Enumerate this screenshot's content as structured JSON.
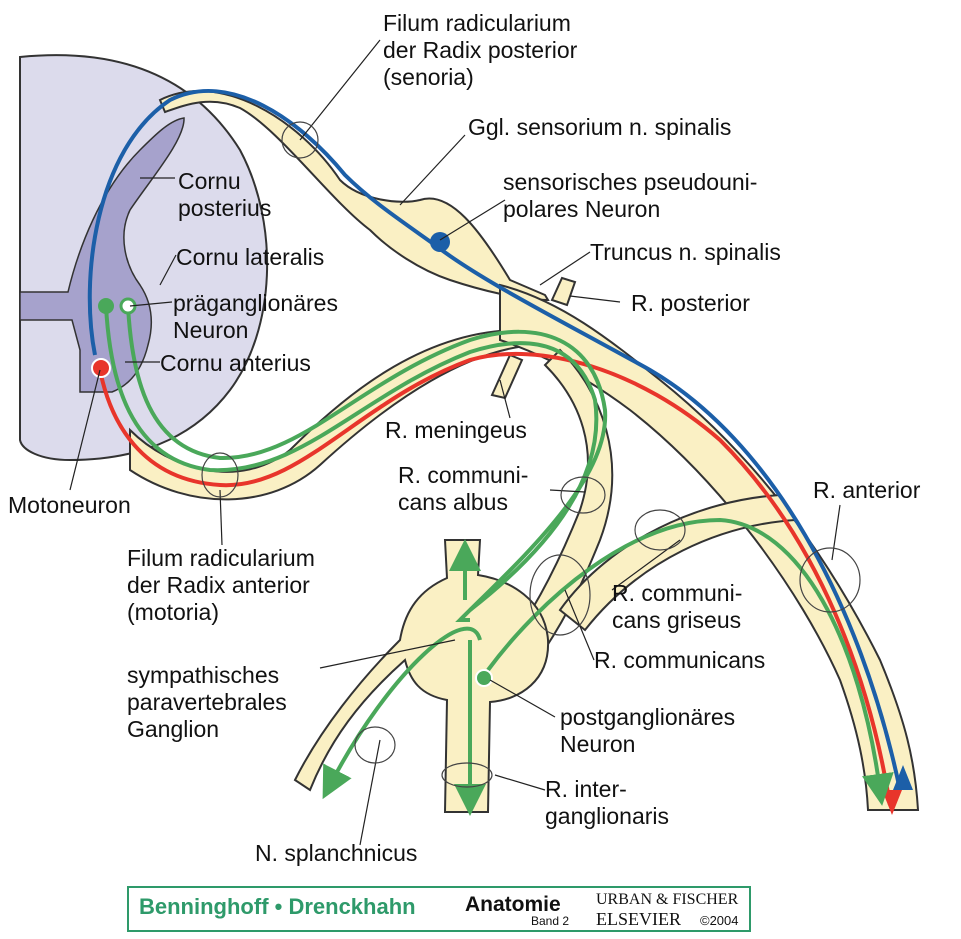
{
  "labels": {
    "filum_posterior": "Filum radicularium\nder Radix posterior\n(senoria)",
    "ggl_sensorium": "Ggl. sensorium n. spinalis",
    "cornu_posterius": "Cornu\nposterius",
    "sensorisches_neuron": "sensorisches pseudouni-\npolares Neuron",
    "cornu_lateralis": "Cornu lateralis",
    "truncus": "Truncus n. spinalis",
    "praeganglionaeres": "präganglionäres\nNeuron",
    "r_posterior": "R. posterior",
    "cornu_anterius": "Cornu anterius",
    "r_meningeus": "R. meningeus",
    "r_comm_albus": "R. communi-\ncans albus",
    "r_anterior": "R. anterior",
    "motoneuron": "Motoneuron",
    "filum_anterior": "Filum radicularium\nder Radix anterior\n(motoria)",
    "r_comm_griseus": "R. communi-\ncans griseus",
    "r_communicans": "R. communicans",
    "sympathisches_ganglion": "sympathisches\nparavertebrales\nGanglion",
    "postganglionaeres": "postganglionäres\nNeuron",
    "r_interganglionaris": "R. inter-\nganglionaris",
    "n_splanchnicus": "N. splanchnicus"
  },
  "footer": {
    "authors": "Benninghoff • Drenckhahn",
    "book": "Anatomie",
    "band": "Band 2",
    "publisher_line1": "URBAN & FISCHER",
    "publisher_line2": "ELSEVIER",
    "year": "©2004"
  },
  "colors": {
    "nerve_fill": "#faf0c4",
    "spinal_cord_fill": "#dcdbec",
    "grey_matter_fill": "#a6a2cc",
    "sensory_fiber": "#1c5fa8",
    "motor_fiber": "#e8352b",
    "sympathetic_fiber": "#4aa85a",
    "footer_accent": "#2e9a6a"
  }
}
